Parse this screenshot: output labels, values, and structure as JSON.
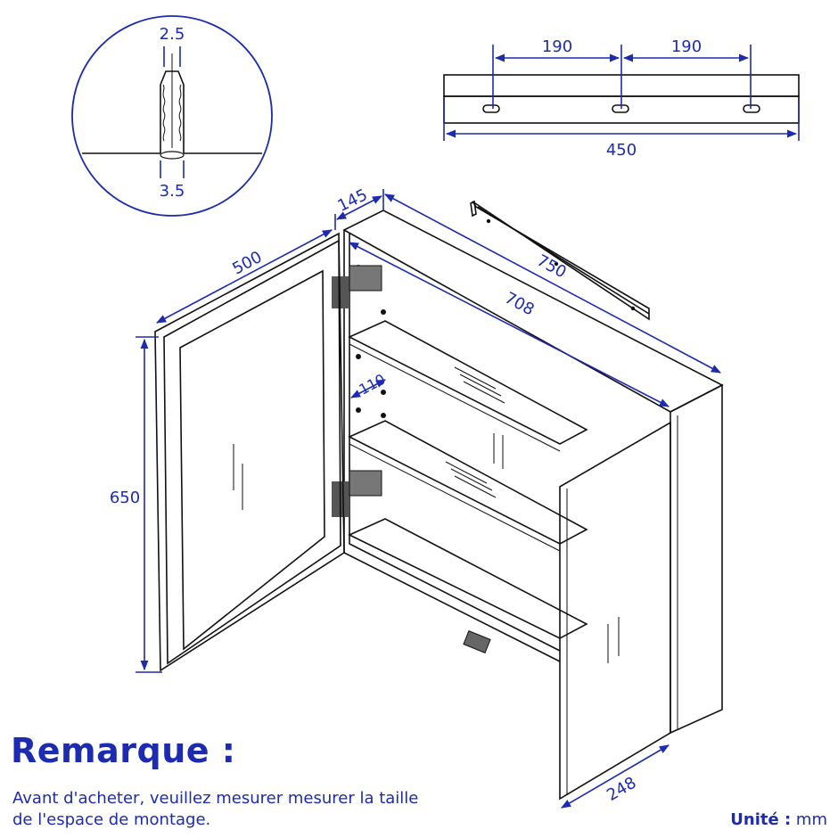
{
  "detail": {
    "gap_top": "2.5",
    "gap_bottom": "3.5"
  },
  "rail": {
    "spacing_left": "190",
    "spacing_right": "190",
    "length": "450"
  },
  "cabinet": {
    "depth": "145",
    "bracket_length": "750",
    "inner_width": "708",
    "door_width": "500",
    "height": "650",
    "shelf_depth": "110",
    "right_door_width": "248"
  },
  "remark": {
    "title": "Remarque :",
    "line1": "Avant d'acheter, veuillez mesurer mesurer la taille",
    "line2": "de l'espace de montage."
  },
  "unit": {
    "label": "Unité :",
    "value": "mm"
  },
  "colors": {
    "dimension": "#1c2bb0",
    "outline": "#111111"
  }
}
